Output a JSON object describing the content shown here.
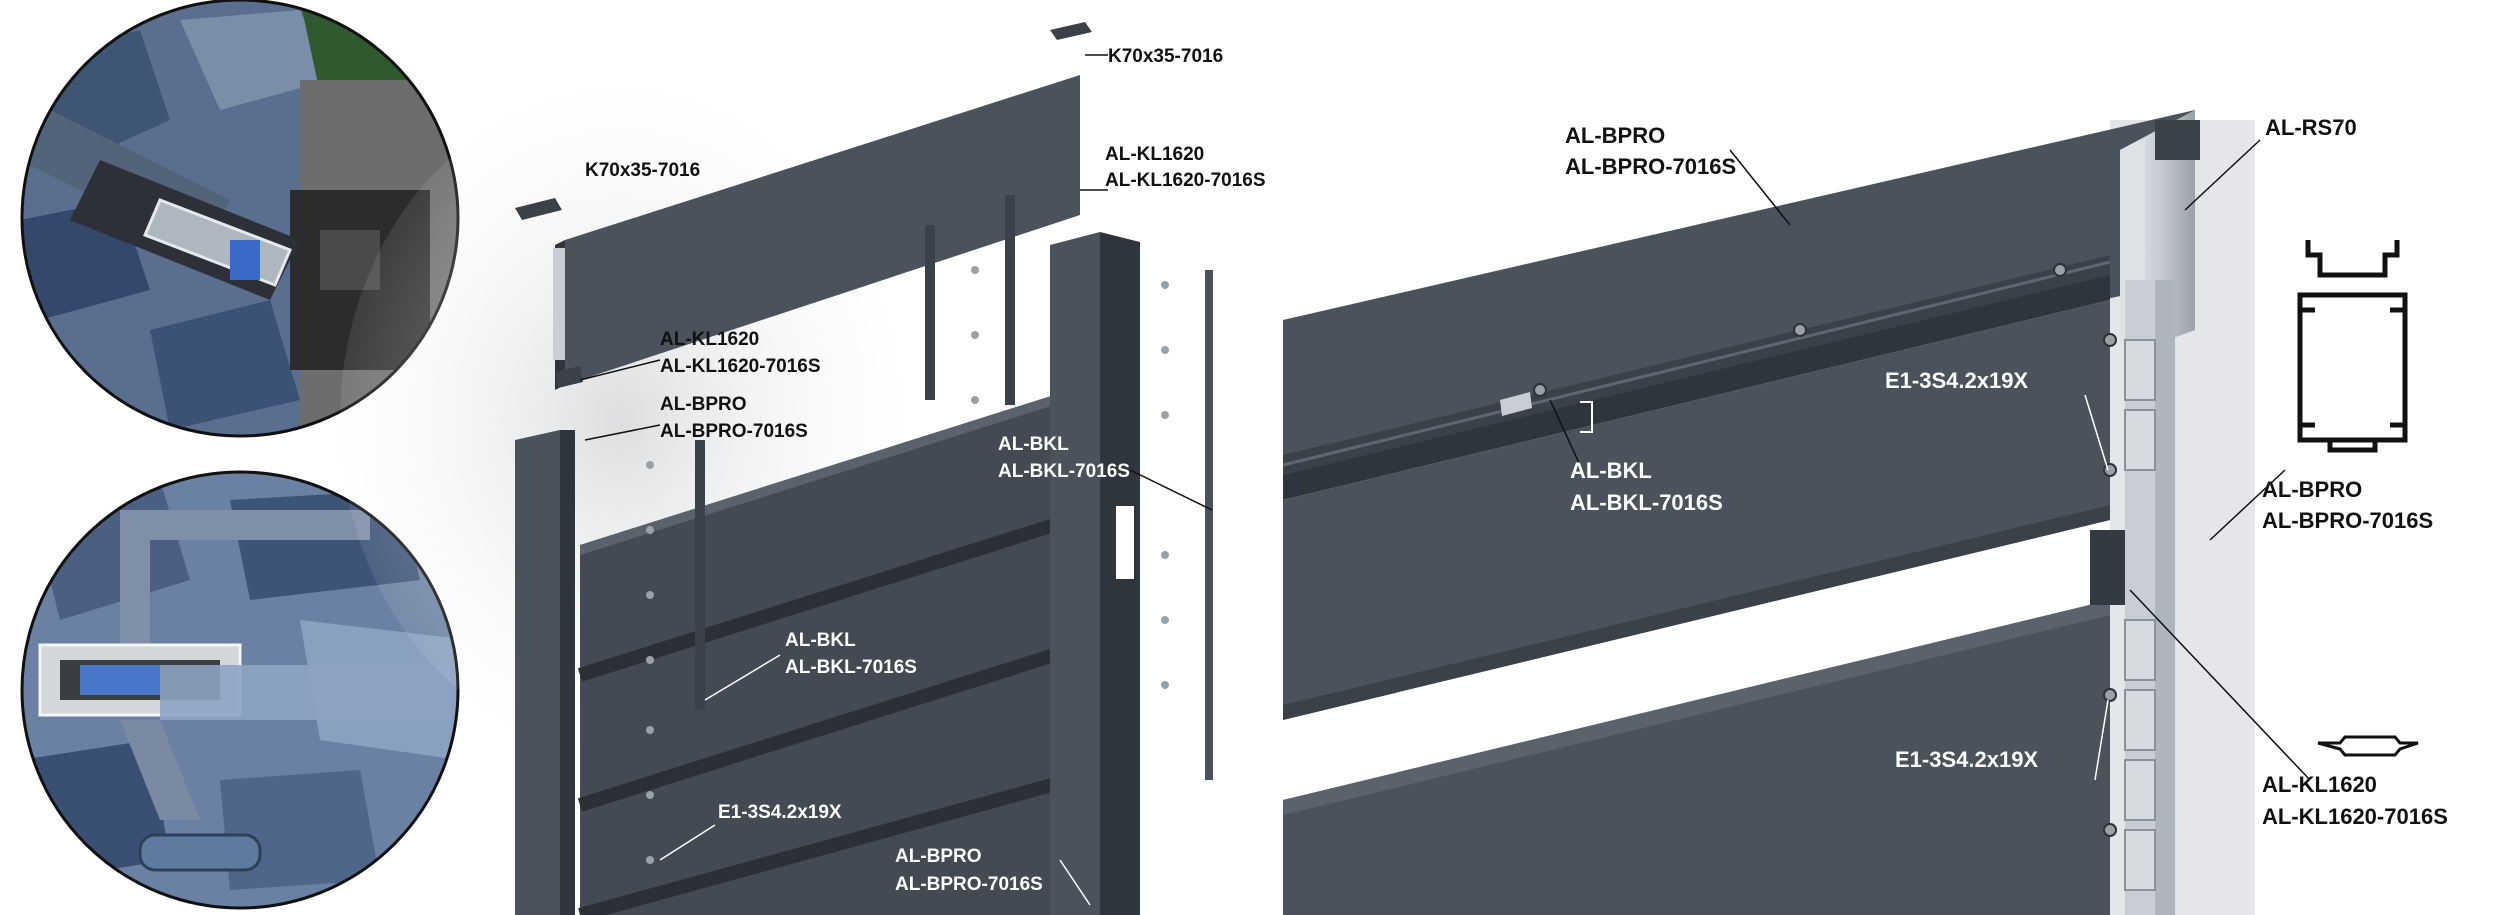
{
  "colors": {
    "panel": "#4a525c",
    "panel_dark": "#3a4149",
    "panel_light": "#5a636d",
    "aluminium": "#c9ced4",
    "stone": "#5a6f8f",
    "white_label": "#ffffff",
    "black_label": "#111111"
  },
  "callouts": {
    "left_detail": {
      "endcap_top_right": "K70x35-7016",
      "endcap_top_left": "K70x35-7016",
      "connector_top_line1": "AL-KL1620",
      "connector_top_line2": "AL-KL1620-7016S",
      "connector_mid_line1": "AL-KL1620",
      "connector_mid_line2": "AL-KL1620-7016S",
      "post_left_line1": "AL-BPRO",
      "post_left_line2": "AL-BPRO-7016S",
      "rail_right_line1": "AL-BKL",
      "rail_right_line2": "AL-BKL-7016S",
      "rail_center_line1": "AL-BKL",
      "rail_center_line2": "AL-BKL-7016S",
      "screw": "E1-3S4.2x19X",
      "post_bottom_line1": "AL-BPRO",
      "post_bottom_line2": "AL-BPRO-7016S"
    },
    "right_detail": {
      "top_panel_line1": "AL-BPRO",
      "top_panel_line2": "AL-BPRO-7016S",
      "post": "AL-RS70",
      "rail_line1": "AL-BKL",
      "rail_line2": "AL-BKL-7016S",
      "screw_top": "E1-3S4.2x19X",
      "screw_bottom": "E1-3S4.2x19X",
      "profile_line1": "AL-BPRO",
      "profile_line2": "AL-BPRO-7016S",
      "connector_line1": "AL-KL1620",
      "connector_line2": "AL-KL1620-7016S"
    }
  }
}
